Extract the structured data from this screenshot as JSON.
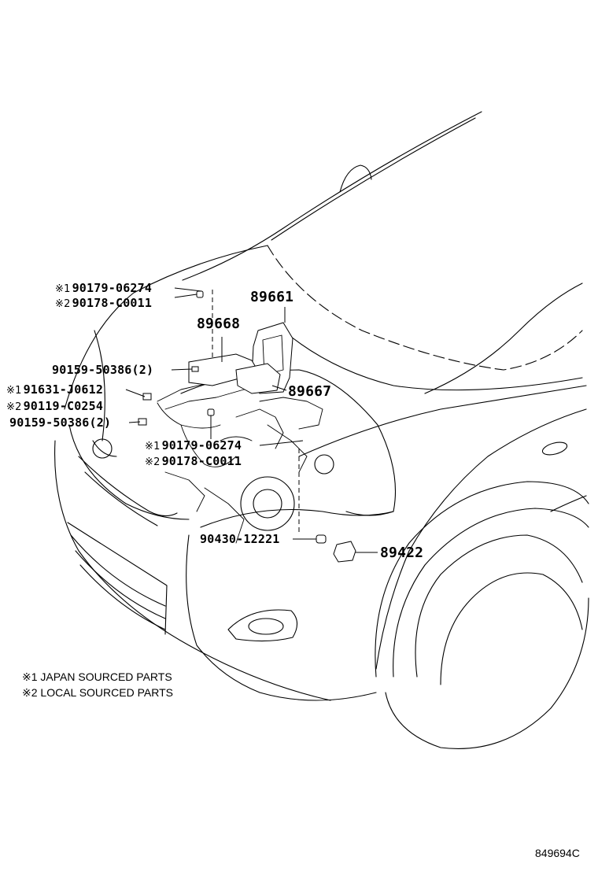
{
  "reference_mark_1": "※1",
  "reference_mark_2": "※2",
  "callouts": {
    "c1_mark": "※1",
    "c1": "90179-06274",
    "c2_mark": "※2",
    "c2": "90178-C0011",
    "c3": "89661",
    "c4": "89668",
    "c5": "90159-50386(2)",
    "c6_mark": "※1",
    "c6": "91631-J0612",
    "c7_mark": "※2",
    "c7": "90119-C0254",
    "c8": "89667",
    "c9": "90159-50386(2)",
    "c10_mark": "※1",
    "c10": "90179-06274",
    "c11_mark": "※2",
    "c11": "90178-C0011",
    "c12": "90430-12221",
    "c13": "89422"
  },
  "legend": [
    {
      "mark": "※1",
      "text": "JAPAN SOURCED PARTS"
    },
    {
      "mark": "※2",
      "text": "LOCAL SOURCED PARTS"
    }
  ],
  "diagram_code": "849694C",
  "colors": {
    "ink": "#000000",
    "paper": "#ffffff"
  }
}
